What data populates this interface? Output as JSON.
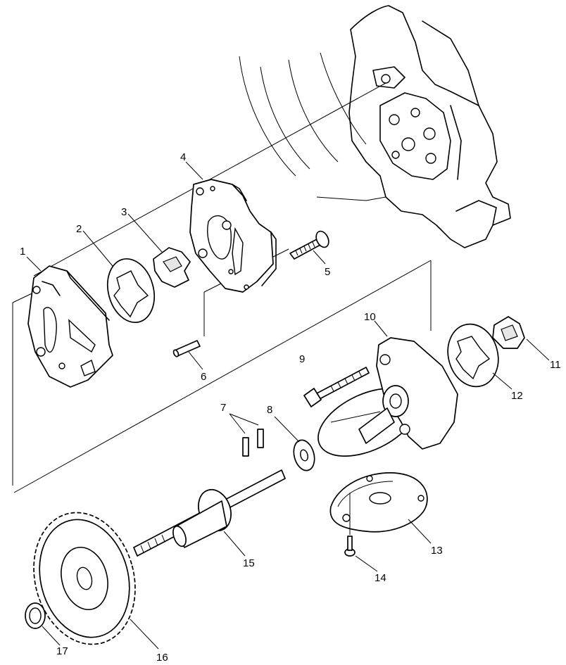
{
  "callouts": {
    "c1": "1",
    "c2": "2",
    "c3": "3",
    "c4": "4",
    "c5": "5",
    "c6": "6",
    "c7": "7",
    "c8": "8",
    "c9": "9",
    "c10": "10",
    "c11": "11",
    "c12": "12",
    "c13": "13",
    "c14": "14",
    "c15": "15",
    "c16": "16",
    "c17": "17"
  }
}
